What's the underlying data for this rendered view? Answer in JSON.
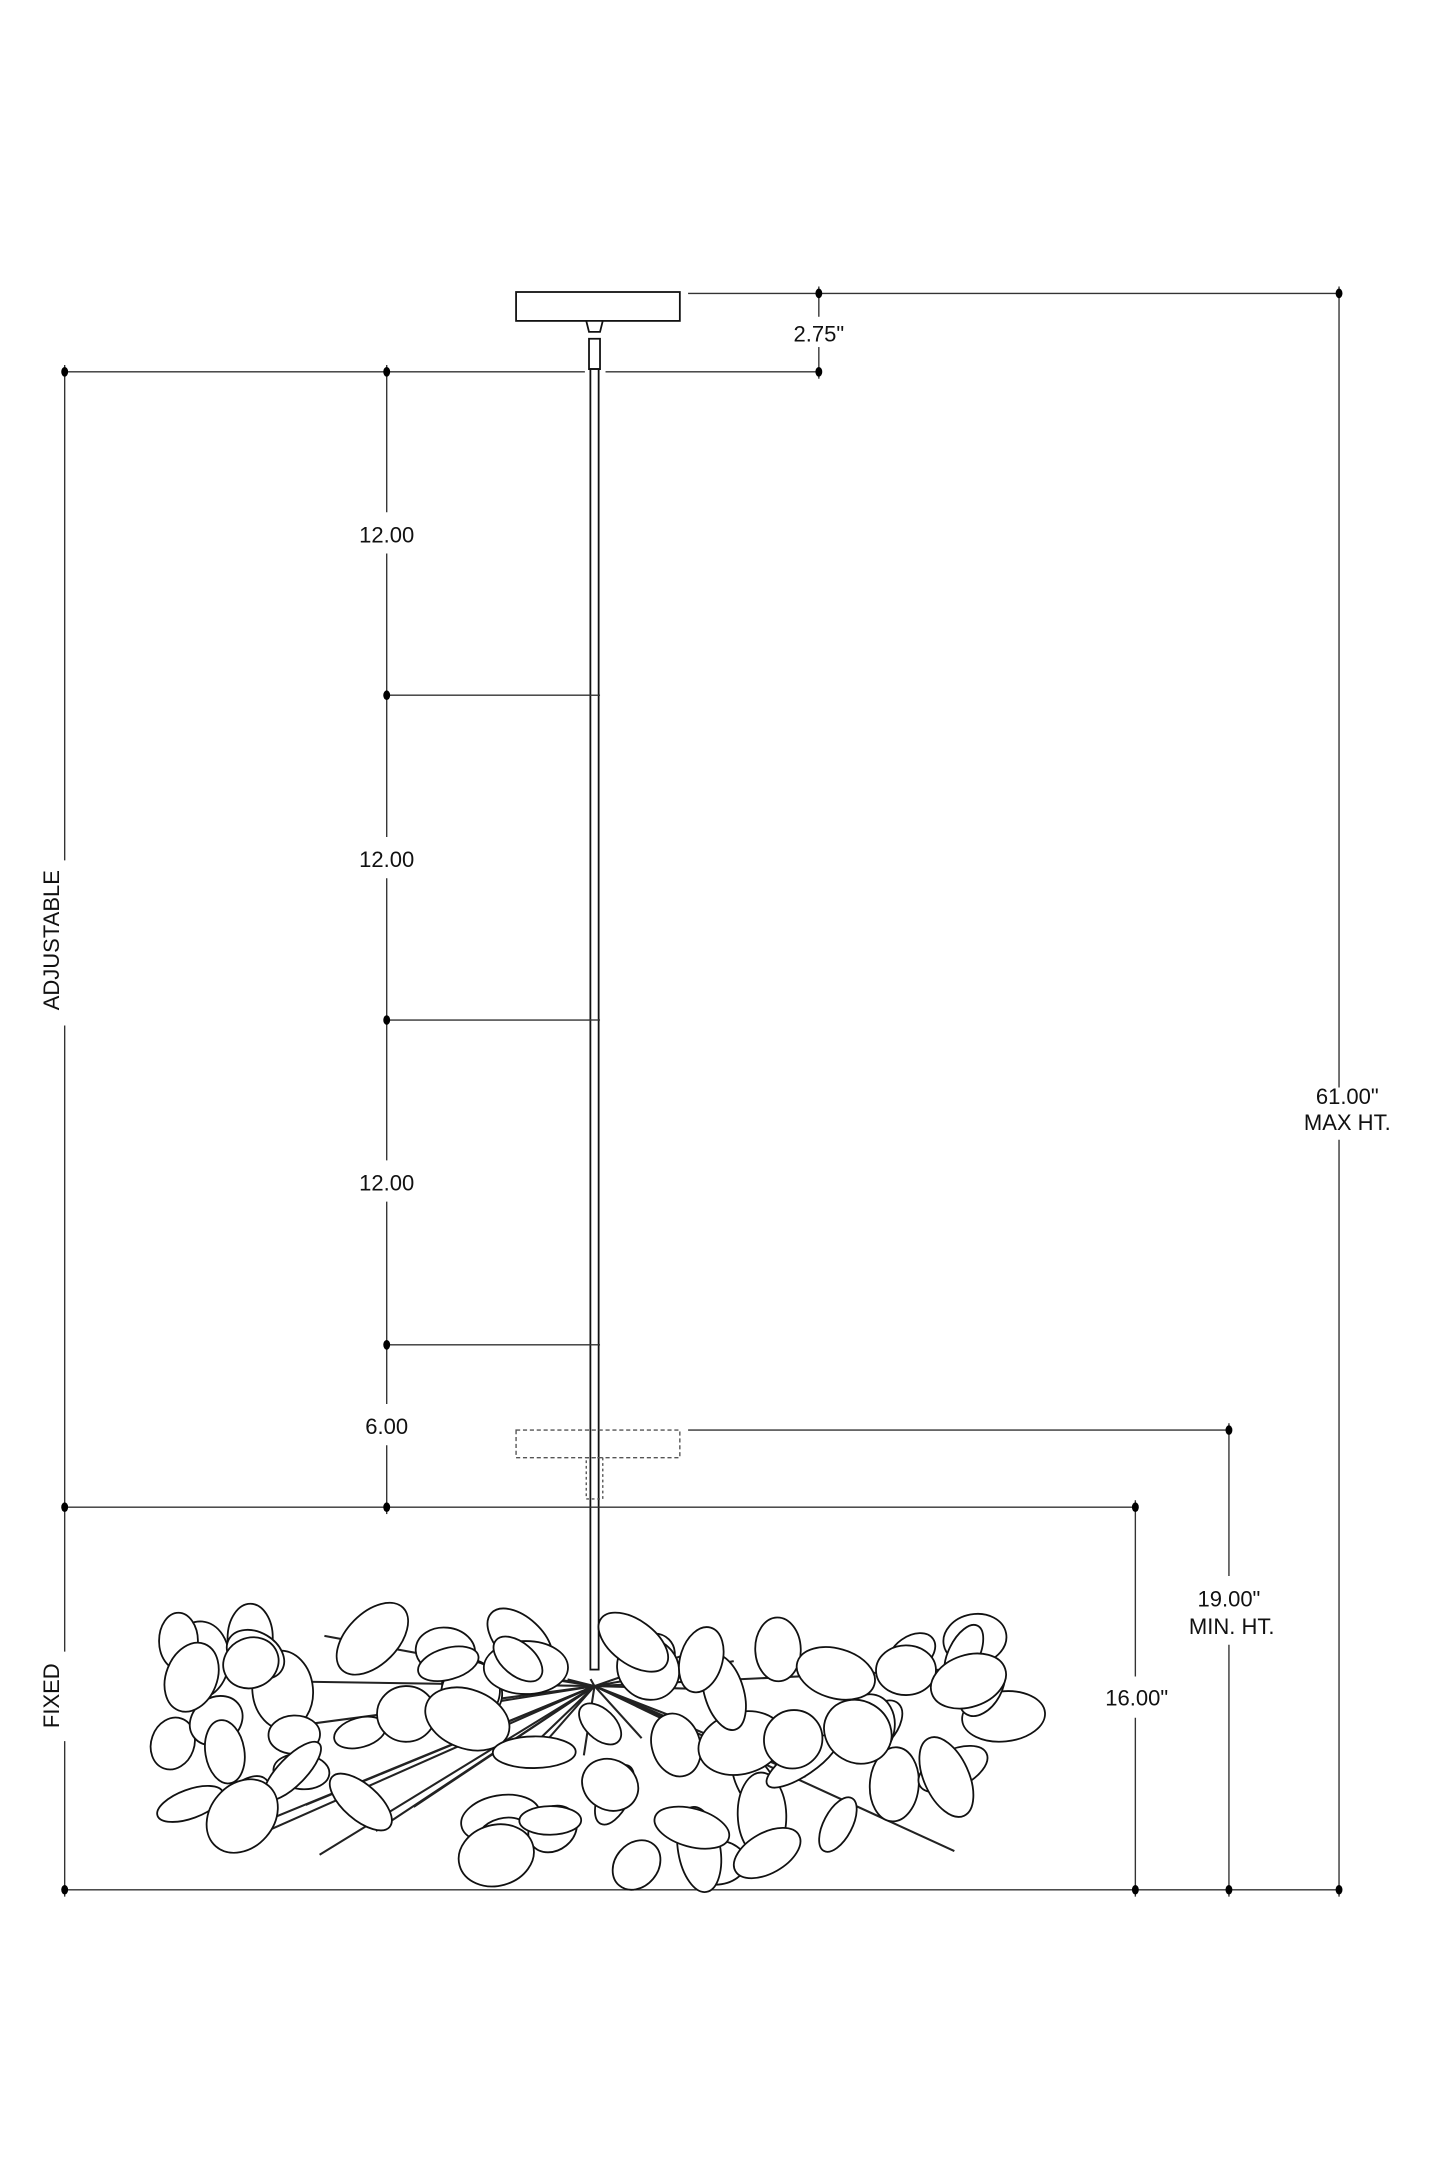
{
  "dimensions": {
    "canopy_height": "2.75\"",
    "segment_1": "12.00",
    "segment_2": "12.00",
    "segment_3": "12.00",
    "segment_4": "6.00",
    "max_height_value": "61.00\"",
    "max_height_label": "MAX HT.",
    "min_height_value": "19.00\"",
    "min_height_label": "MIN. HT.",
    "fixed_height": "16.00\""
  },
  "sections": {
    "adjustable": "ADJUSTABLE",
    "fixed": "FIXED"
  }
}
